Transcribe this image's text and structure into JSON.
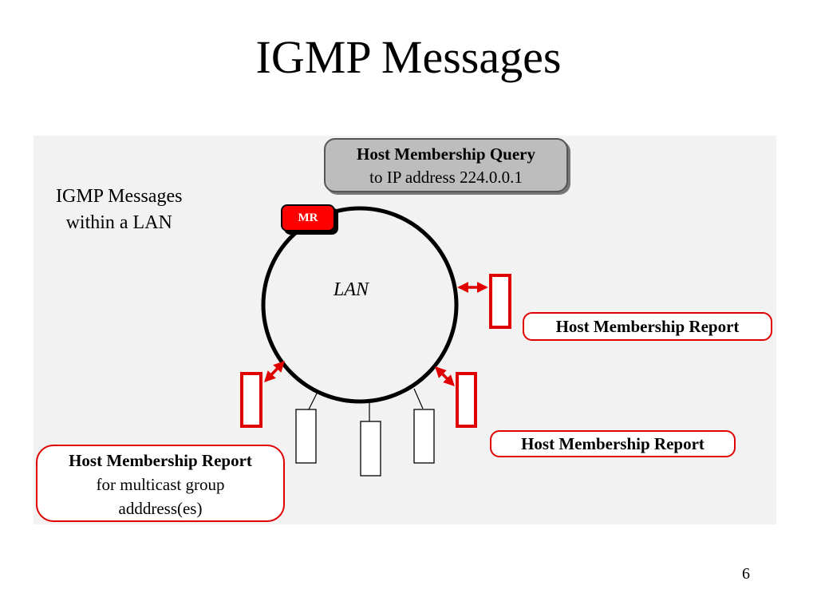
{
  "slide": {
    "title": "IGMP Messages",
    "page_number": "6"
  },
  "diagram": {
    "caption_line1": "IGMP Messages",
    "caption_line2": "within a LAN",
    "query": {
      "line1": "Host Membership Query",
      "line2": "to IP address 224.0.0.1"
    },
    "router_label": "MR",
    "lan_label": "LAN",
    "report_right_top": "Host Membership Report",
    "report_right_bottom": "Host Membership Report",
    "report_left": {
      "line1": "Host Membership Report",
      "line2": "for multicast group",
      "line3": "adddress(es)"
    }
  },
  "colors": {
    "accent": "#e00000",
    "query_fill": "#bdbdbd",
    "figure_bg": "#f2f2f2"
  }
}
